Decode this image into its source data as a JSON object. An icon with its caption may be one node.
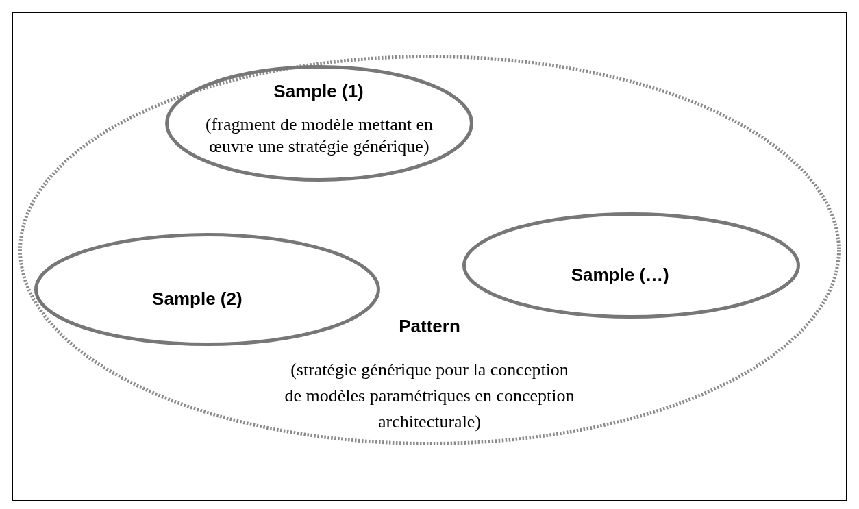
{
  "diagram": {
    "nodes": [
      {
        "text": [
          "Pattern",
          "(stratégie générique pour la conception de modèles paramétriques en conception architecturale)"
        ]
      },
      {
        "text": [
          "Sample (1)",
          "(fragment de modèle mettant en œuvre une stratégie générique)"
        ],
        "in": 0
      },
      {
        "text": [
          "Sample (2)"
        ],
        "in": 0
      },
      {
        "text": [
          "Sample (…)"
        ],
        "in": 0
      }
    ]
  }
}
